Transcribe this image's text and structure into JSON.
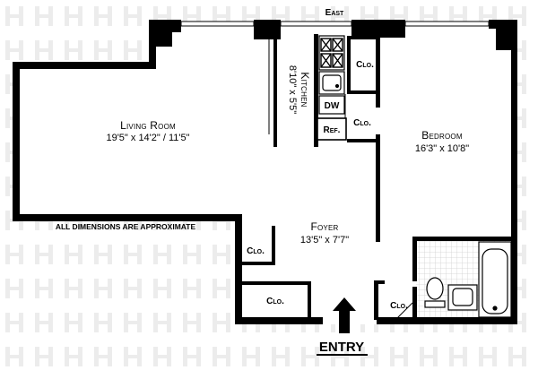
{
  "compass": {
    "east": "East"
  },
  "rooms": {
    "living": {
      "name": "Living Room",
      "dims": "19'5\" x 14'2\" / 11'5\""
    },
    "bedroom": {
      "name": "Bedroom",
      "dims": "16'3\" x 10'8\""
    },
    "kitchen": {
      "name": "Kitchen",
      "dims": "8'10\" x 5'5\""
    },
    "foyer": {
      "name": "Foyer",
      "dims": "13'5\" x 7'7\""
    }
  },
  "fixtures": {
    "dishwasher": "DW",
    "refrigerator": "Ref.",
    "closet": "Clo."
  },
  "note": "ALL DIMENSIONS ARE APPROXIMATE",
  "entry": "ENTRY",
  "colors": {
    "wall": "#000000",
    "watermark": "#ececec",
    "tile": "#cfcfcf"
  }
}
